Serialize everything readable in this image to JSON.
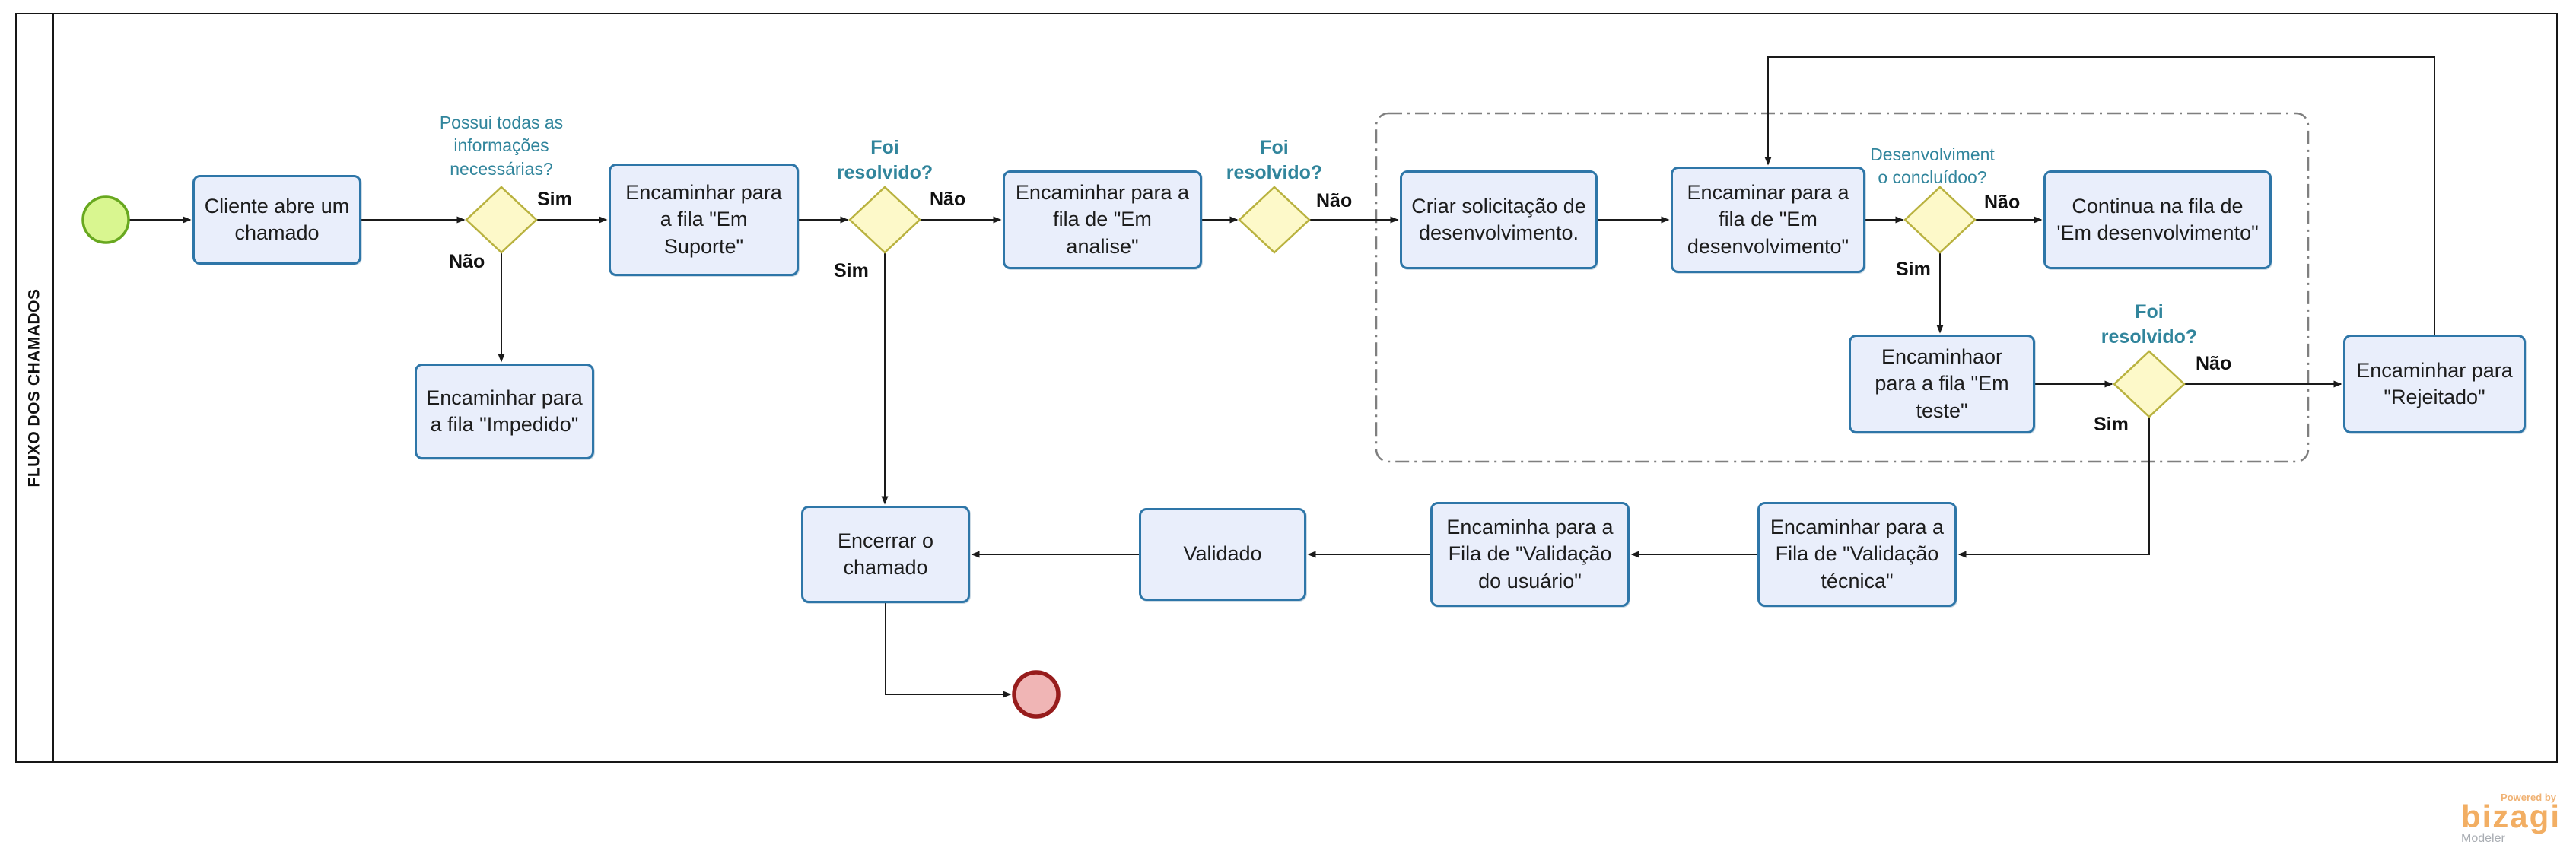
{
  "lane": {
    "title": "FLUXO DOS CHAMADOS"
  },
  "colors": {
    "task_fill": "#e9eefb",
    "task_border": "#2e76a8",
    "gateway_fill": "#fdf9c9",
    "gateway_border": "#b9b23f",
    "start_fill": "#d9f690",
    "start_border": "#68a81f",
    "end_fill": "#f0b5b5",
    "end_border": "#971c1c",
    "annotation_teal": "#31859c",
    "connector": "#1a1a1a",
    "group_dash": "#7f7f7f"
  },
  "nodes": {
    "cliente": {
      "label": "Cliente abre um chamado"
    },
    "impedido": {
      "label": "Encaminhar para a fila \"Impedido\""
    },
    "em_suporte": {
      "label": "Encaminhar para a fila \"Em Suporte\""
    },
    "em_analise": {
      "label": "Encaminhar para a fila de \"Em analise\""
    },
    "criar_solicitacao": {
      "label": "Criar solicitação de desenvolvimento."
    },
    "em_desenvolvimento": {
      "label": "Encaminar para a fila de \"Em desenvolvimento\""
    },
    "continua_fila": {
      "label": "Continua na fila de 'Em desenvolvimento\""
    },
    "em_teste": {
      "label": "Encaminhaor para a fila \"Em teste\""
    },
    "rejeitado": {
      "label": "Encaminhar para \"Rejeitado\""
    },
    "validacao_tecnica": {
      "label": "Encaminhar para a Fila de \"Validação técnica\""
    },
    "validacao_usuario": {
      "label": "Encaminha para a Fila de \"Validação do usuário\""
    },
    "validado": {
      "label": "Validado"
    },
    "encerrar": {
      "label": "Encerrar o chamado"
    }
  },
  "gateways": {
    "g1": {
      "question": "Possui todas as\ninformações\nnecessárias?",
      "yes": "Sim",
      "no": "Não"
    },
    "g2": {
      "question": "Foi\nresolvido?",
      "yes": "Sim",
      "no": "Não"
    },
    "g3": {
      "question": "Foi\nresolvido?",
      "no": "Não"
    },
    "g4": {
      "question": "Desenvolviment\no concluídoo?",
      "yes": "Sim",
      "no": "Não"
    },
    "g5": {
      "question": "Foi\nresolvido?",
      "yes": "Sim",
      "no": "Não"
    }
  },
  "logo": {
    "powered_by": "Powered by",
    "brand": "bizagi",
    "product": "Modeler"
  }
}
